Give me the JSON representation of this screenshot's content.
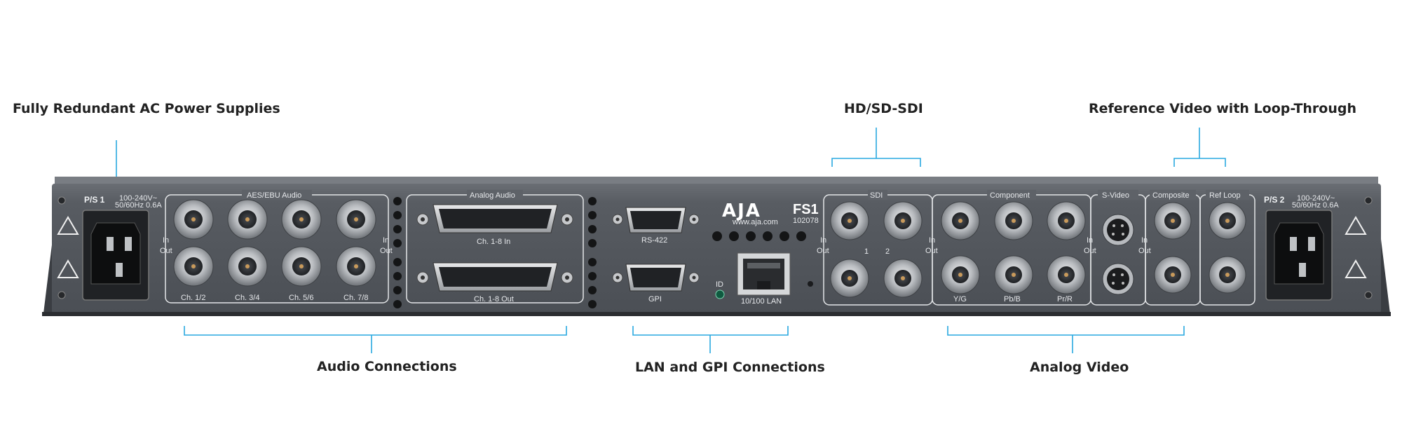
{
  "callouts": {
    "power": "Fully Redundant AC Power Supplies",
    "hdsdi": "HD/SD-SDI",
    "reference": "Reference Video with Loop-Through",
    "audio": "Audio Connections",
    "lan_gpi": "LAN and GPI Connections",
    "analog_video": "Analog Video"
  },
  "panel": {
    "ps1": "P/S 1",
    "ps2": "P/S 2",
    "rating_line1": "100-240V~",
    "rating_line2": "50/60Hz 0.6A",
    "aes_title": "AES/EBU Audio",
    "in": "In",
    "out": "Out",
    "aes_channels": [
      "Ch. 1/2",
      "Ch. 3/4",
      "Ch. 5/6",
      "Ch. 7/8"
    ],
    "analog_title": "Analog Audio",
    "analog_in": "Ch. 1-8 In",
    "analog_out": "Ch. 1-8 Out",
    "rs422": "RS-422",
    "gpi": "GPI",
    "brand": "AJA",
    "brand_url": "www.aja.com",
    "model": "FS1",
    "serial": "102078",
    "id": "ID",
    "lan": "10/100 LAN",
    "sdi_title": "SDI",
    "sdi_1": "1",
    "sdi_2": "2",
    "component_title": "Component",
    "component_labels": [
      "Y/G",
      "Pb/B",
      "Pr/R"
    ],
    "svideo_title": "S-Video",
    "composite_title": "Composite",
    "refloop_title": "Ref Loop"
  },
  "colors": {
    "accent_line": "#29a8e0",
    "panel": "#55595f",
    "text": "#222222"
  }
}
